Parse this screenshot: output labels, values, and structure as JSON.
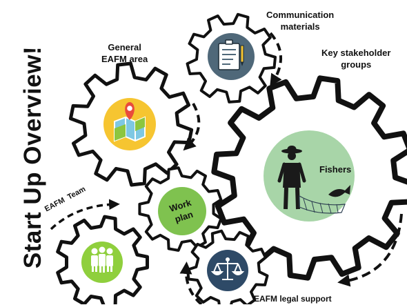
{
  "title": "Start Up Overview!",
  "labels": {
    "communication": [
      "Communication",
      "materials"
    ],
    "general_area": [
      "General",
      "EAFM area"
    ],
    "key_stakeholder": [
      "Key stakeholder",
      "groups"
    ],
    "fishers": "Fishers",
    "work_plan": [
      "Work",
      "plan"
    ],
    "eafm_team": "EAFM  Team",
    "legal_support": "EAFM legal support"
  },
  "colors": {
    "gear_outline": "#111111",
    "general_area_circle": "#f6c531",
    "communication_circle": "#4f6879",
    "fishers_circle": "#a8d5a8",
    "work_plan_circle": "#7fc24f",
    "team_circle": "#8fcf3d",
    "legal_circle": "#2e4a67"
  },
  "icons": {
    "communication": "document-clipboard-icon",
    "general_area": "map-pin-icon",
    "fishers": "fisher-with-net-icon",
    "team": "group-people-icon",
    "legal": "scales-of-justice-icon"
  }
}
